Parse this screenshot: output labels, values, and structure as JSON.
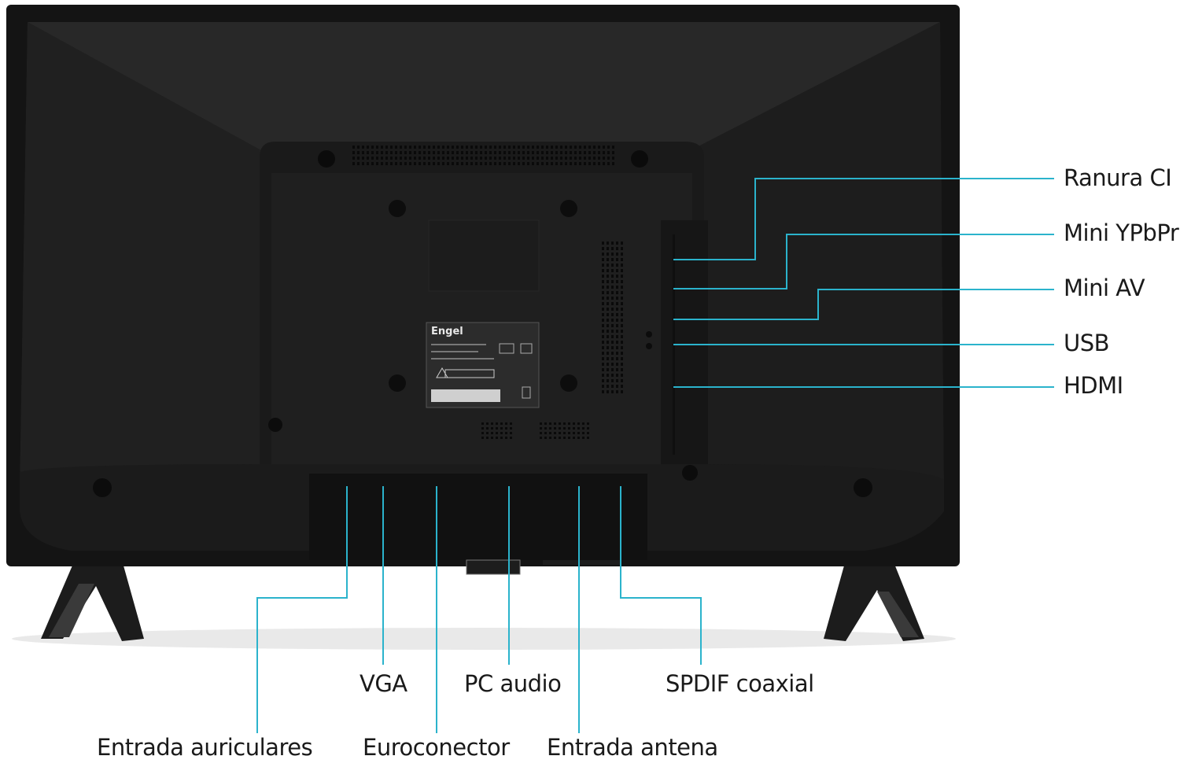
{
  "product": {
    "brand_label": "Engel"
  },
  "callouts": {
    "right": [
      {
        "id": "ranura-ci",
        "label": "Ranura CI"
      },
      {
        "id": "mini-ypbpr",
        "label": "Mini YPbPr"
      },
      {
        "id": "mini-av",
        "label": "Mini AV"
      },
      {
        "id": "usb",
        "label": "USB"
      },
      {
        "id": "hdmi",
        "label": "HDMI"
      }
    ],
    "bottom_upper": [
      {
        "id": "vga",
        "label": "VGA"
      },
      {
        "id": "pc-audio",
        "label": "PC audio"
      },
      {
        "id": "spdif",
        "label": "SPDIF coaxial"
      }
    ],
    "bottom_lower": [
      {
        "id": "auriculares",
        "label": "Entrada auriculares"
      },
      {
        "id": "euroconector",
        "label": "Euroconector"
      },
      {
        "id": "antena",
        "label": "Entrada antena"
      }
    ]
  },
  "colors": {
    "leader_line": "#2bb3cc",
    "tv_body": "#1e1e1e",
    "tv_frame": "#151515",
    "label_text": "#1a1a1a"
  }
}
